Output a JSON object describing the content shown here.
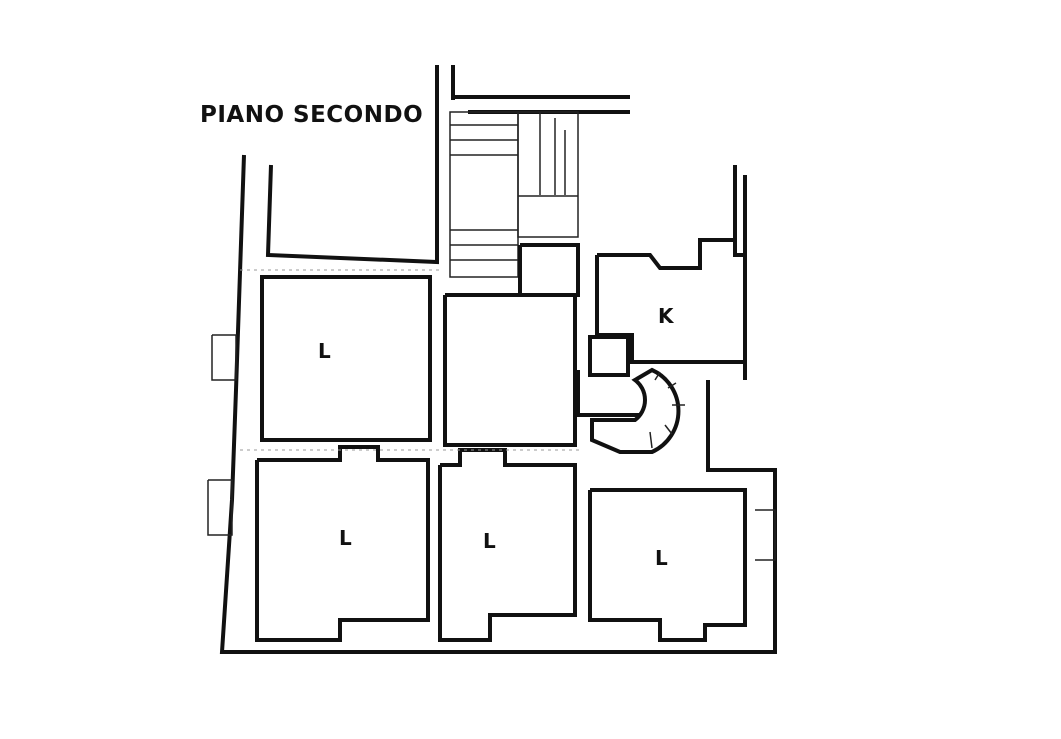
{
  "title": "PIANO SECONDO",
  "rooms": [
    {
      "label": "L"
    },
    {
      "label": "K"
    },
    {
      "label": "L"
    },
    {
      "label": "L"
    },
    {
      "label": "L"
    }
  ]
}
